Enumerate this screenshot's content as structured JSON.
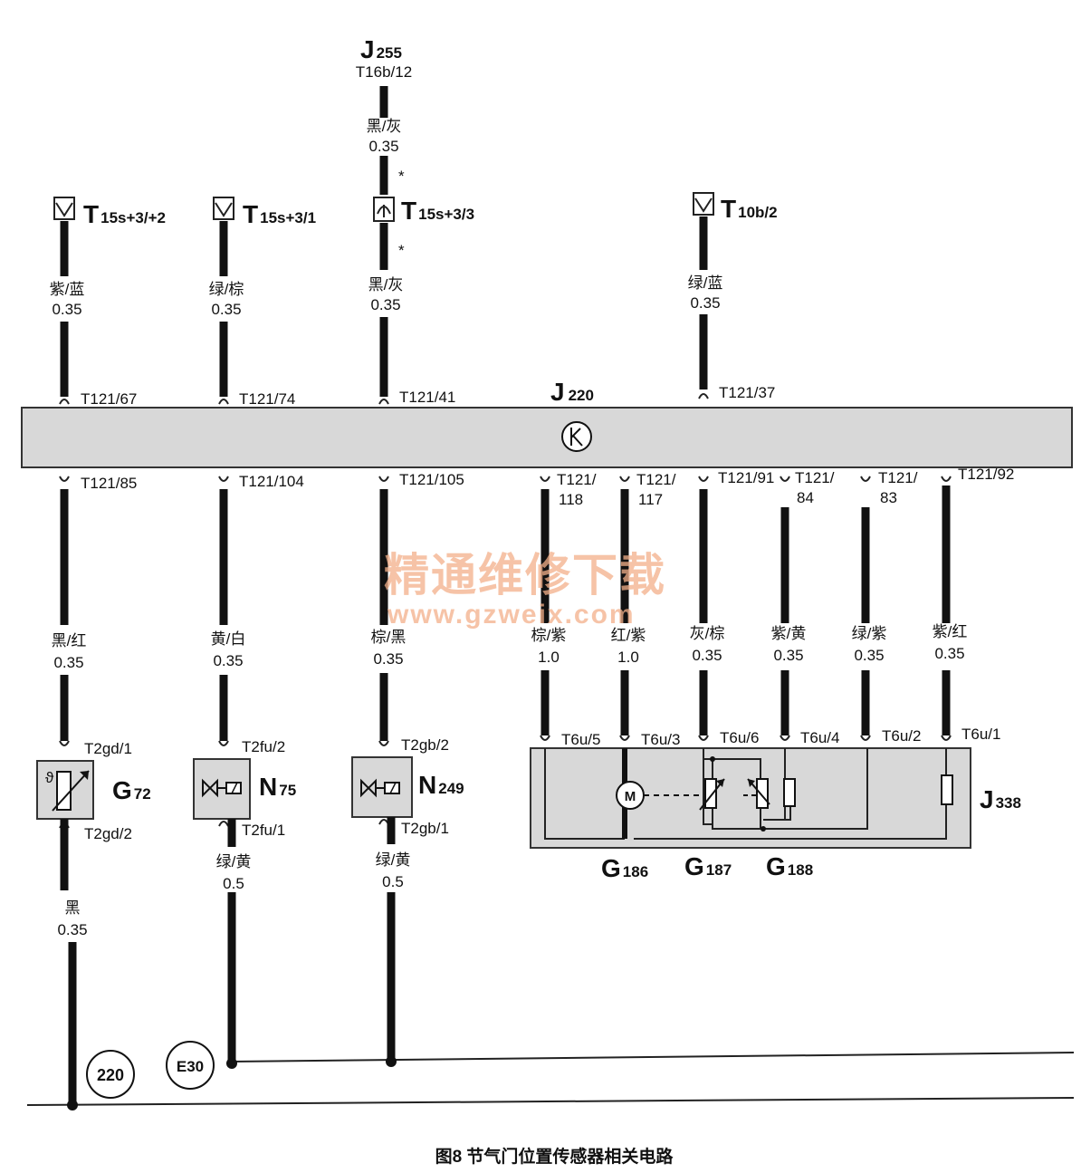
{
  "caption": "图8 节气门位置传感器相关电路",
  "watermark": {
    "text": "精通维修下载",
    "url": "www.gzweix.com"
  },
  "ecu": {
    "name": "J",
    "sub": "220"
  },
  "top_source": {
    "name": "J",
    "sub": "255",
    "pin": "T16b/12",
    "color": "黑/灰",
    "gauge": "0.35",
    "mark1": "*",
    "mark2": "*"
  },
  "top_wires": [
    {
      "conn": "T",
      "conn_sub": "15s+3/+2",
      "color": "紫/蓝",
      "gauge": "0.35",
      "ecu_pin": "T121/67"
    },
    {
      "conn": "T",
      "conn_sub": "15s+3/1",
      "color": "绿/棕",
      "gauge": "0.35",
      "ecu_pin": "T121/74"
    },
    {
      "conn": "T",
      "conn_sub": "15s+3/3",
      "color": "黑/灰",
      "gauge": "0.35",
      "ecu_pin": "T121/41"
    },
    {
      "conn": "T",
      "conn_sub": "10b/2",
      "color": "绿/蓝",
      "gauge": "0.35",
      "ecu_pin": "T121/37"
    }
  ],
  "bottom_wires": [
    {
      "ecu_pin": "T121/85",
      "color": "黑/红",
      "gauge": "0.35",
      "comp_pin": "T2gd/1"
    },
    {
      "ecu_pin": "T121/104",
      "color": "黄/白",
      "gauge": "0.35",
      "comp_pin": "T2fu/2"
    },
    {
      "ecu_pin": "T121/105",
      "color": "棕/黑",
      "gauge": "0.35",
      "comp_pin": "T2gb/2"
    },
    {
      "ecu_pin_a": "T121/",
      "ecu_pin_b": "118",
      "color": "棕/紫",
      "gauge": "1.0",
      "comp_pin": "T6u/5"
    },
    {
      "ecu_pin_a": "T121/",
      "ecu_pin_b": "117",
      "color": "红/紫",
      "gauge": "1.0",
      "comp_pin": "T6u/3"
    },
    {
      "ecu_pin": "T121/91",
      "color": "灰/棕",
      "gauge": "0.35",
      "comp_pin": "T6u/6"
    },
    {
      "ecu_pin_a": "T121/",
      "ecu_pin_b": "84",
      "color": "紫/黄",
      "gauge": "0.35",
      "comp_pin": "T6u/4"
    },
    {
      "ecu_pin_a": "T121/",
      "ecu_pin_b": "83",
      "color": "绿/紫",
      "gauge": "0.35",
      "comp_pin": "T6u/2"
    },
    {
      "ecu_pin": "T121/92",
      "color": "紫/红",
      "gauge": "0.35",
      "comp_pin": "T6u/1"
    }
  ],
  "components": {
    "g72": {
      "name": "G",
      "sub": "72",
      "pin_out": "T2gd/2",
      "wire_color": "黑",
      "wire_gauge": "0.35",
      "temp_symbol": "ϑ"
    },
    "n75": {
      "name": "N",
      "sub": "75",
      "pin_out": "T2fu/1",
      "wire_color": "绿/黄",
      "wire_gauge": "0.5"
    },
    "n249": {
      "name": "N",
      "sub": "249",
      "pin_out": "T2gb/1",
      "wire_color": "绿/黄",
      "wire_gauge": "0.5"
    },
    "j338": {
      "name": "J",
      "sub": "338",
      "motor_label": "M"
    },
    "g186": {
      "name": "G",
      "sub": "186"
    },
    "g187": {
      "name": "G",
      "sub": "187"
    },
    "g188": {
      "name": "G",
      "sub": "188"
    }
  },
  "ground_points": {
    "g220": "220",
    "e30": "E30"
  },
  "icons": {
    "connector": "connector-icon",
    "fuse": "connector-fuse-icon",
    "ecu": "ecu-k-icon"
  }
}
